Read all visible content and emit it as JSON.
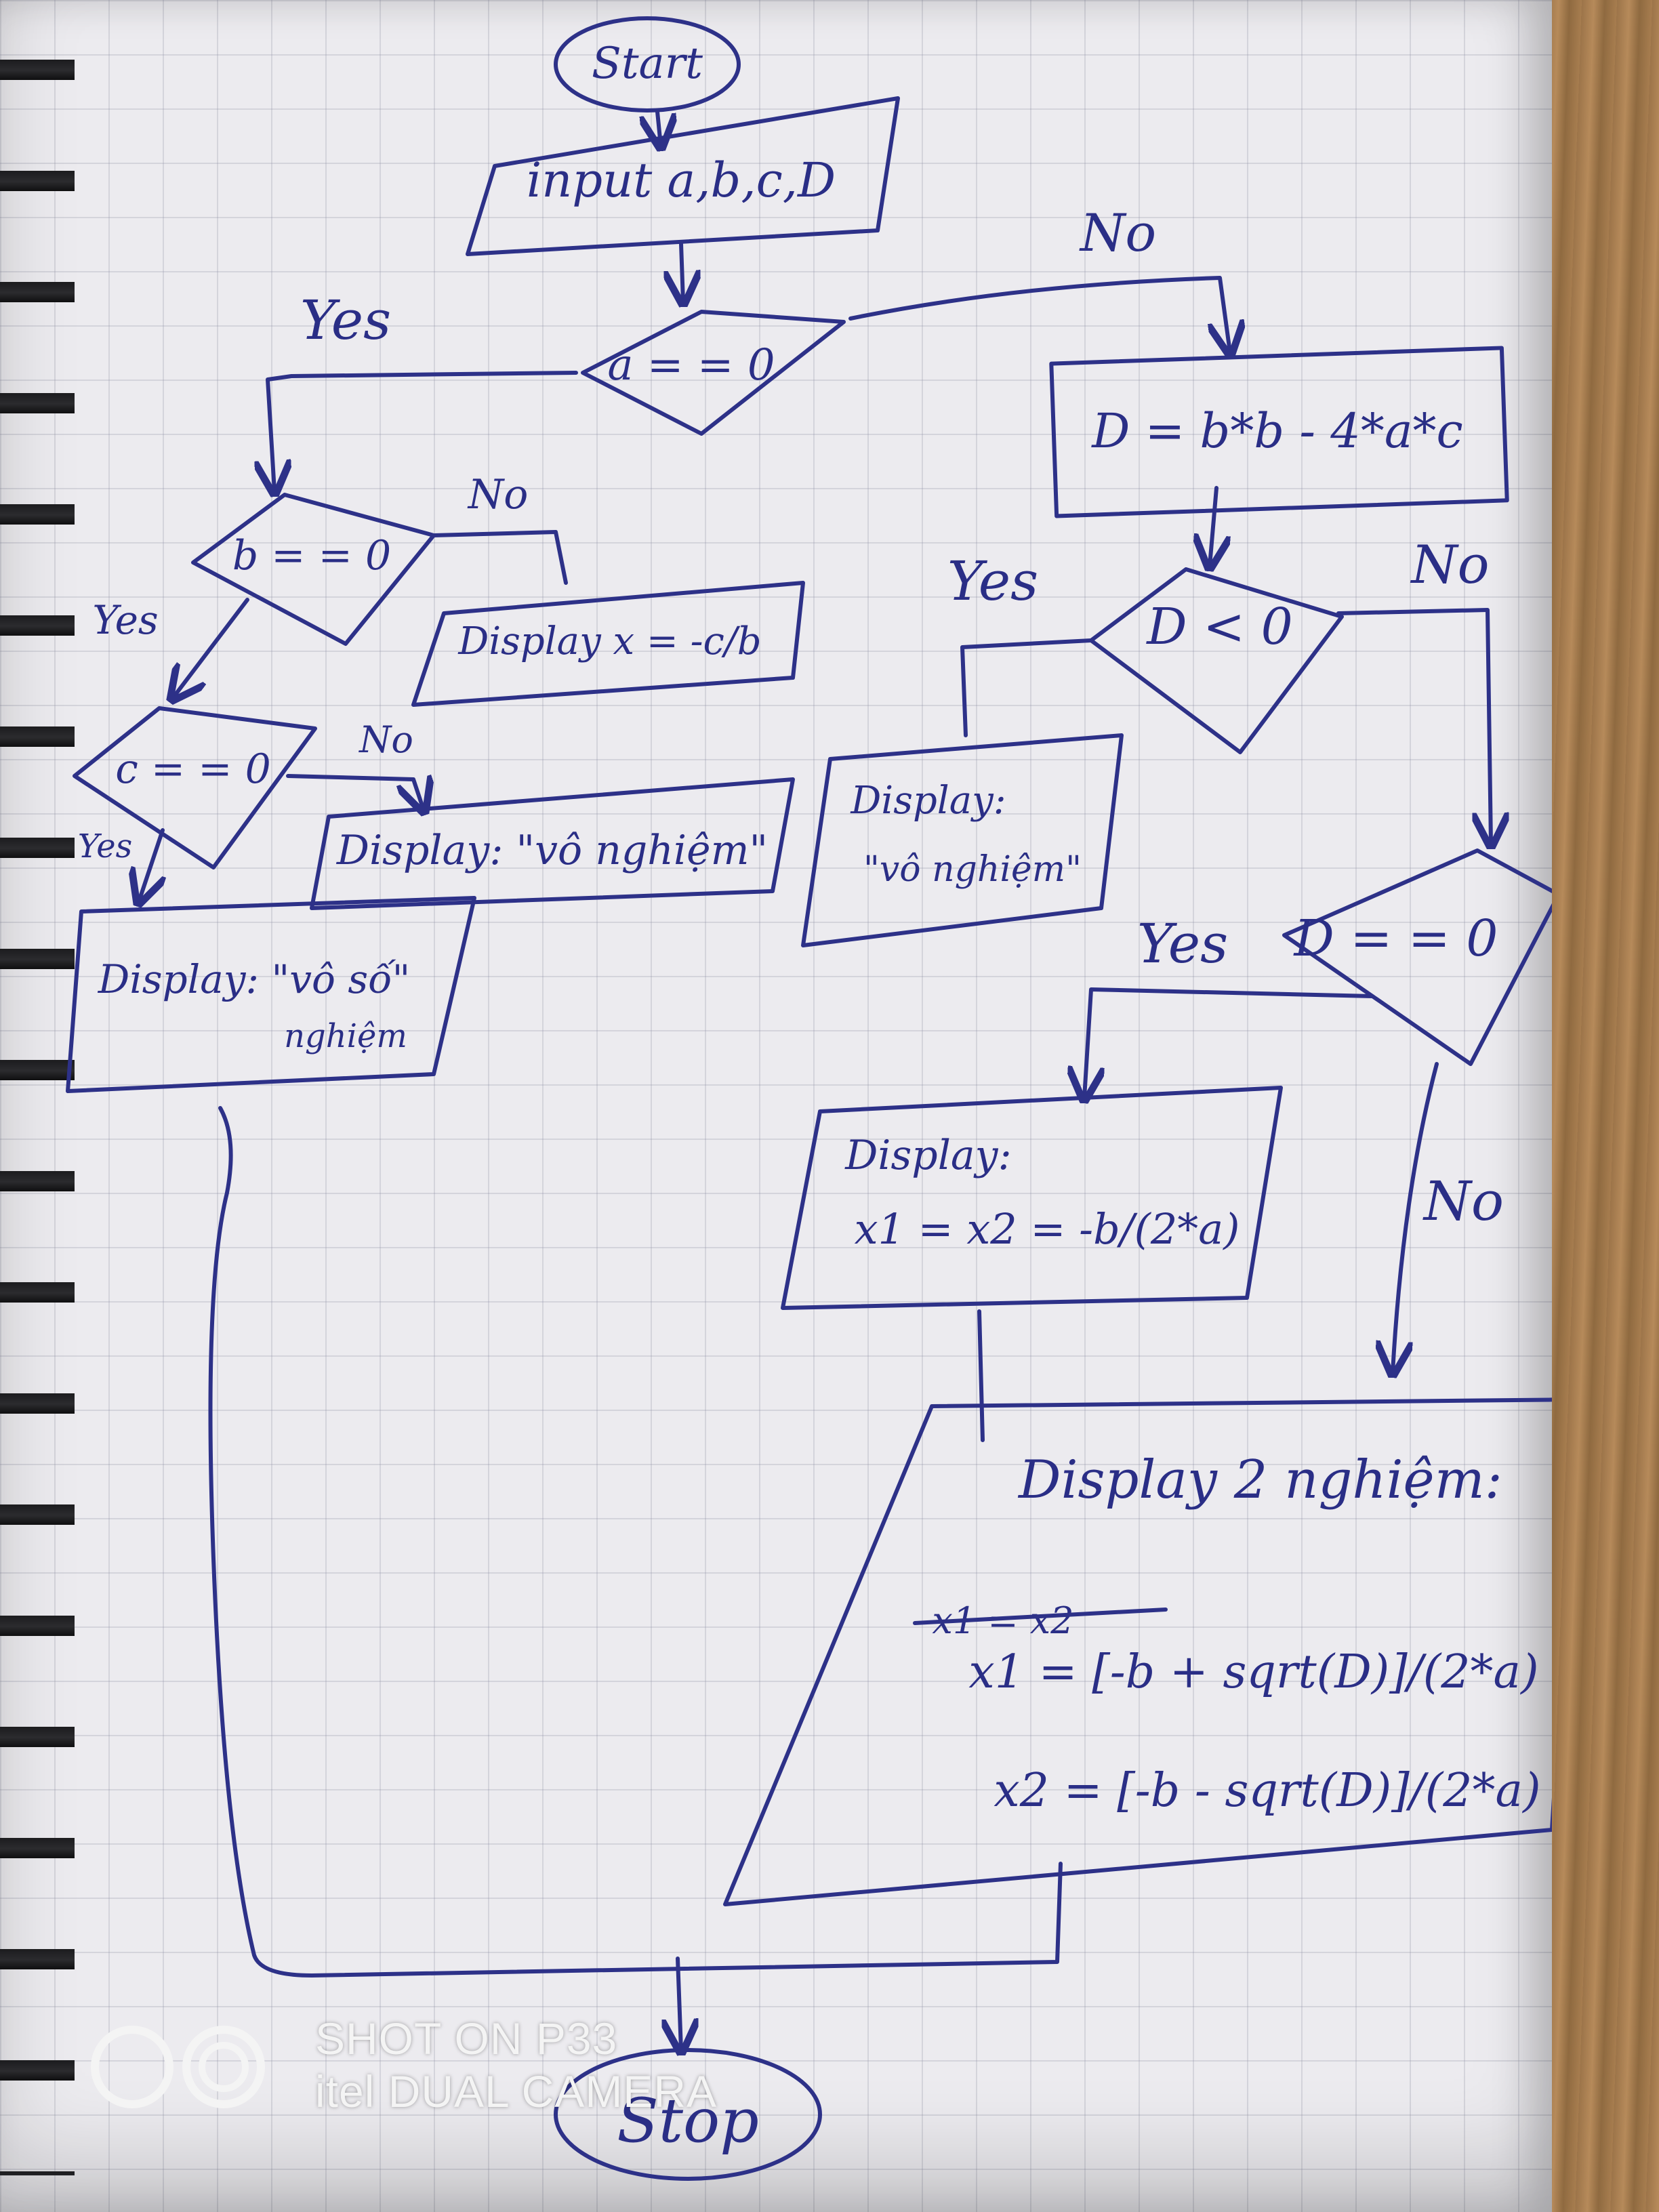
{
  "flowchart": {
    "start": "Start",
    "input": "input a,b,c,D",
    "cond_a": "a = = 0",
    "compute_d": "D = b*b - 4*a*c",
    "cond_b": "b = = 0",
    "cond_c": "c = = 0",
    "cond_d_neg": "D < 0",
    "cond_d_zero": "D = = 0",
    "display_x_line1": "Display  x = -c/b",
    "display_vo_nghiem_left": "Display: \"vô nghiệm\"",
    "display_vo_so_line1": "Display: \"vô số\"",
    "display_vo_so_line2": "nghiệm",
    "display_vo_nghiem_right_line1": "Display:",
    "display_vo_nghiem_right_line2": "\"vô nghiệm\"",
    "display_double_line1": "Display:",
    "display_double_line2": "x1 = x2 = -b/(2*a)",
    "display_two_title": "Display 2 nghiệm:",
    "display_two_struck": "x1 = x2",
    "display_two_x1": "x1 = [-b + sqrt(D)]/(2*a)",
    "display_two_x2": "x2 = [-b - sqrt(D)]/(2*a)",
    "stop": "Stop"
  },
  "labels": {
    "a_yes": "Yes",
    "a_no": "No",
    "b_yes": "Yes",
    "b_no": "No",
    "c_yes": "Yes",
    "c_no": "No",
    "dneg_yes": "Yes",
    "dneg_no": "No",
    "dzero_yes": "Yes",
    "dzero_no": "No"
  },
  "watermark": {
    "line1": "SHOT ON P33",
    "line2": "itel DUAL CAMERA"
  },
  "colors": {
    "ink": "#2a2e86",
    "paper": "#ecebef",
    "grid": "#9696aa",
    "wood": "#a77d4f"
  }
}
